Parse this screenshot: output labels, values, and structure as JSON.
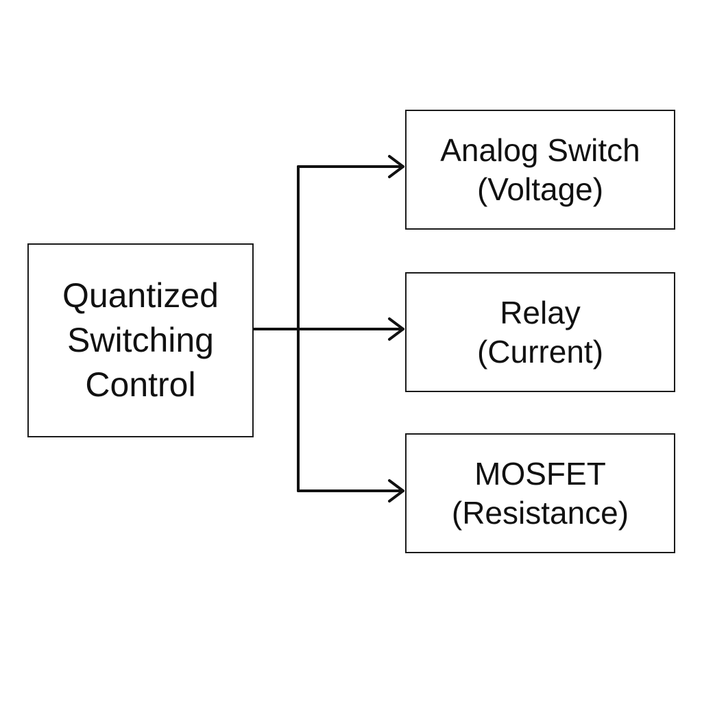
{
  "diagram": {
    "source": {
      "line1": "Quantized",
      "line2": "Switching",
      "line3": "Control"
    },
    "outputs": [
      {
        "line1": "Analog Switch",
        "line2": "(Voltage)"
      },
      {
        "line1": "Relay",
        "line2": "(Current)"
      },
      {
        "line1": "MOSFET",
        "line2": "(Resistance)"
      }
    ]
  },
  "colors": {
    "stroke": "#1a1a1a",
    "background": "#ffffff"
  }
}
